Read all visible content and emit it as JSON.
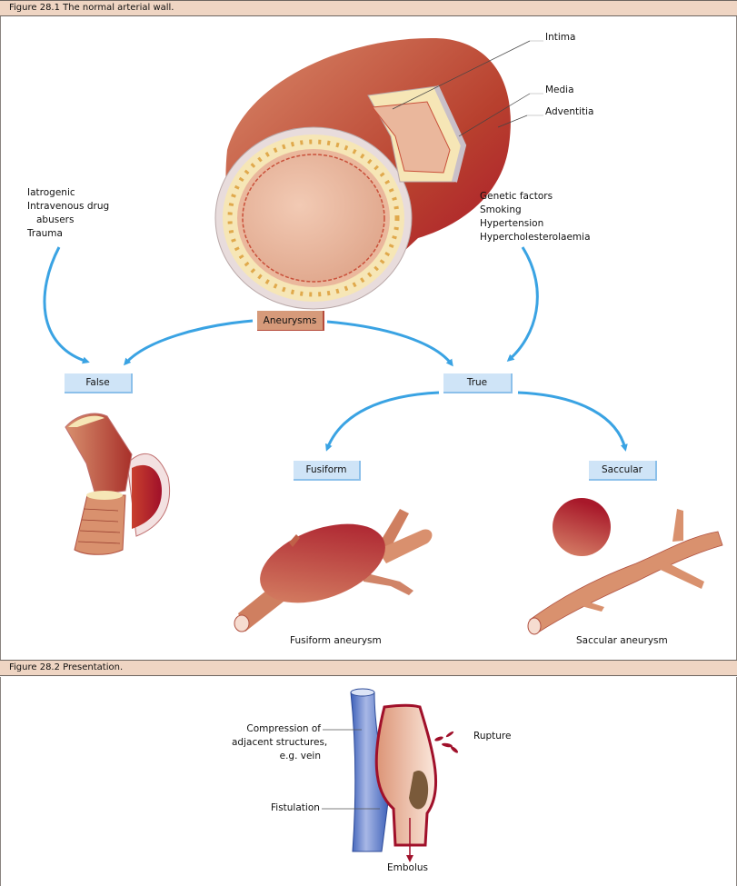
{
  "figure1": {
    "header": "Figure 28.1   The normal arterial wall.",
    "wall_labels": [
      "Intima",
      "Media",
      "Adventitia"
    ],
    "false_causes": [
      "Iatrogenic",
      "Intravenous drug",
      "  abusers",
      "Trauma"
    ],
    "true_causes": [
      "Genetic factors",
      "Smoking",
      "Hypertension",
      "Hypercholesterolaemia"
    ],
    "root_node": "Aneurysms",
    "nodes": {
      "false": "False",
      "true": "True",
      "fusiform": "Fusiform",
      "saccular": "Saccular"
    },
    "captions": {
      "fusiform": "Fusiform aneurysm",
      "saccular": "Saccular aneurysm"
    }
  },
  "figure2": {
    "header": "Figure 28.2   Presentation.",
    "labels": {
      "compression": [
        "Compression of",
        "adjacent structures,",
        "e.g. vein"
      ],
      "fistulation": "Fistulation",
      "rupture": "Rupture",
      "embolus": "Embolus"
    }
  },
  "colors": {
    "header_bg": "#efd5c3",
    "arrow_blue": "#3aa3e3",
    "node_blue": "#cfe4f7",
    "node_orange": "#d69a7a",
    "artery_red": "#b0202e",
    "vein_blue": "#4a6fc0"
  }
}
